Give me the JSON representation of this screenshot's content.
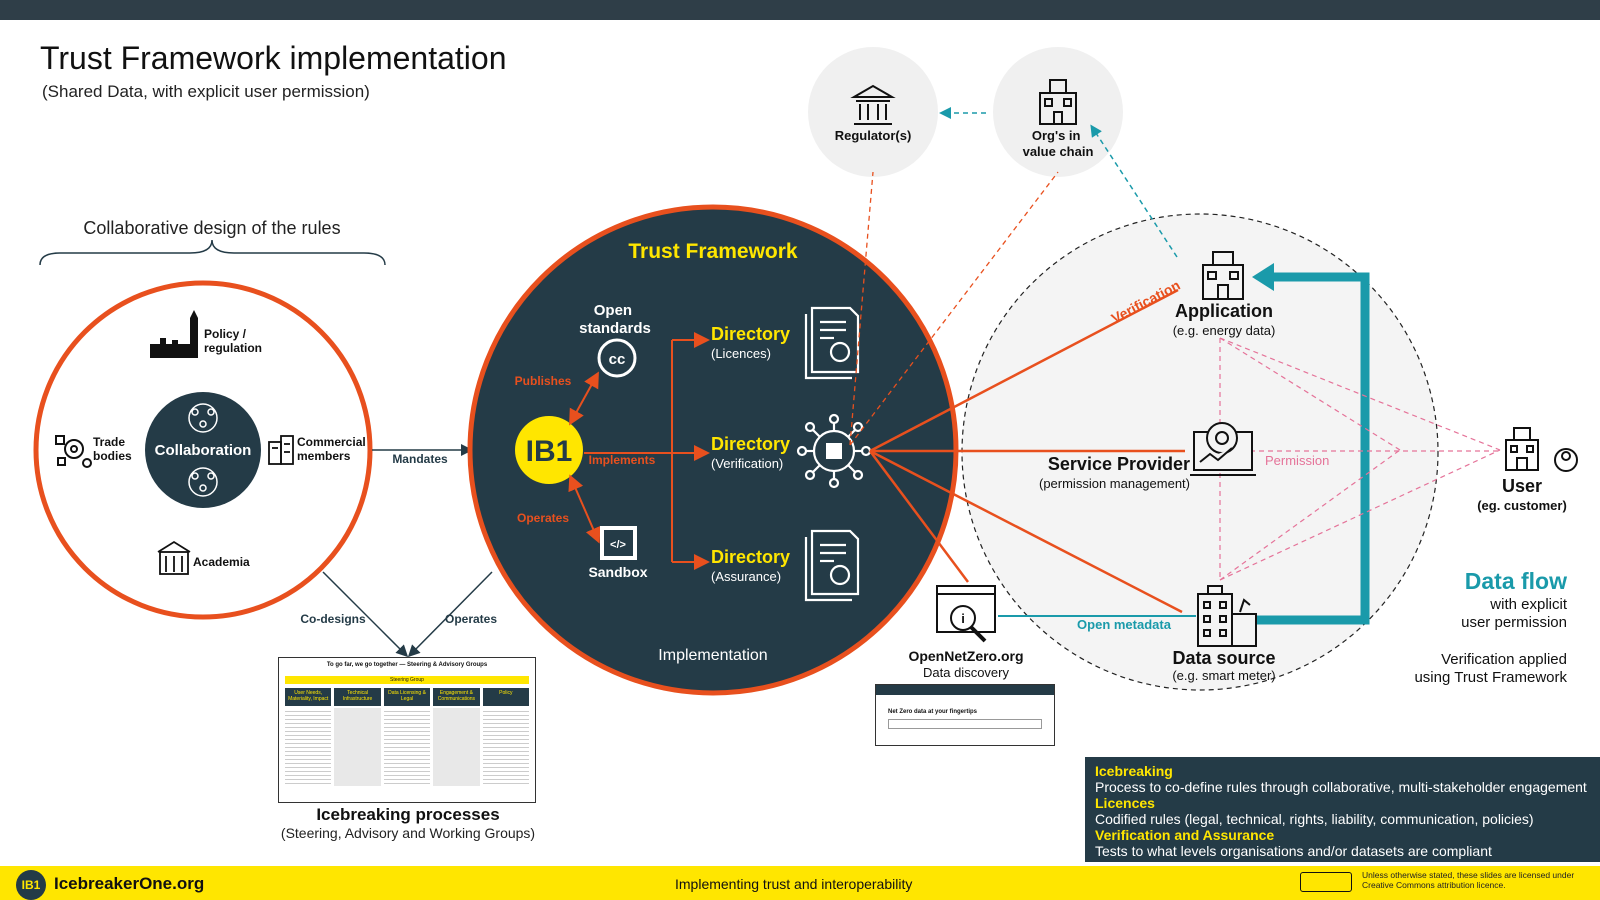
{
  "header": {
    "title": "Trust Framework implementation",
    "subtitle": "(Shared Data, with explicit user permission)"
  },
  "collaboration": {
    "heading": "Collaborative design of the rules",
    "center": "Collaboration",
    "policy": [
      "Policy /",
      "regulation"
    ],
    "trade": [
      "Trade",
      "bodies"
    ],
    "commercial": [
      "Commercial",
      "members"
    ],
    "academia": "Academia",
    "mandates": "Mandates",
    "co_designs": "Co-designs",
    "operates": "Operates"
  },
  "trust_framework": {
    "title": "Trust Framework",
    "ib1": "IB1",
    "open_standards": [
      "Open",
      "standards"
    ],
    "publishes": "Publishes",
    "implements": "Implements",
    "operates": "Operates",
    "sandbox": "Sandbox",
    "implementation": "Implementation",
    "directories": [
      {
        "title": "Directory",
        "sub": "(Licences)"
      },
      {
        "title": "Directory",
        "sub": "(Verification)"
      },
      {
        "title": "Directory",
        "sub": "(Assurance)"
      }
    ]
  },
  "external": {
    "regulator": "Regulator(s)",
    "orgs": [
      "Org's in",
      "value chain"
    ]
  },
  "data_flow": {
    "application": "Application",
    "application_sub": "(e.g. energy data)",
    "service_provider": "Service Provider",
    "service_provider_sub": "(permission management)",
    "data_source": "Data source",
    "data_source_sub": "(e.g. smart meter)",
    "user": "User",
    "user_sub": "(eg. customer)",
    "verification": "Verification",
    "permission": "Permission",
    "open_metadata": "Open metadata",
    "title": "Data flow",
    "sub1": "with explicit",
    "sub2": "user permission",
    "note1": "Verification applied",
    "note2": "using Trust Framework"
  },
  "opennetzero": {
    "name": "OpenNetZero.org",
    "sub": "Data discovery",
    "shot_heading": "Net Zero data at your fingertips"
  },
  "icebreaking": {
    "title": "Icebreaking processes",
    "sub": "(Steering, Advisory and Working Groups)",
    "shot_heading": "To go far, we go together — Steering & Advisory Groups",
    "shot_bar": "Steering Group",
    "shot_columns": [
      "User Needs, Materiality, Impact",
      "Technical Infrastructure",
      "Data Licensing & Legal",
      "Engagement & Communications",
      "Policy"
    ]
  },
  "legend": [
    {
      "term": "Icebreaking",
      "desc": "Process to co-define rules through collaborative, multi-stakeholder engagement"
    },
    {
      "term": "Licences",
      "desc": "Codified rules (legal, technical, rights, liability, communication, policies)"
    },
    {
      "term": "Verification and Assurance",
      "desc": "Tests to what levels organisations and/or datasets are compliant"
    }
  ],
  "footer": {
    "badge": "IB1",
    "org": "IcebreakerOne.org",
    "center": "Implementing trust and interoperability",
    "license": "Unless otherwise stated, these slides are licensed under Creative Commons attribution licence."
  },
  "colors": {
    "orange": "#e8501e",
    "navy": "#243b47",
    "yellow": "#ffe600",
    "teal": "#1a9aaa",
    "pink": "#e57399"
  }
}
